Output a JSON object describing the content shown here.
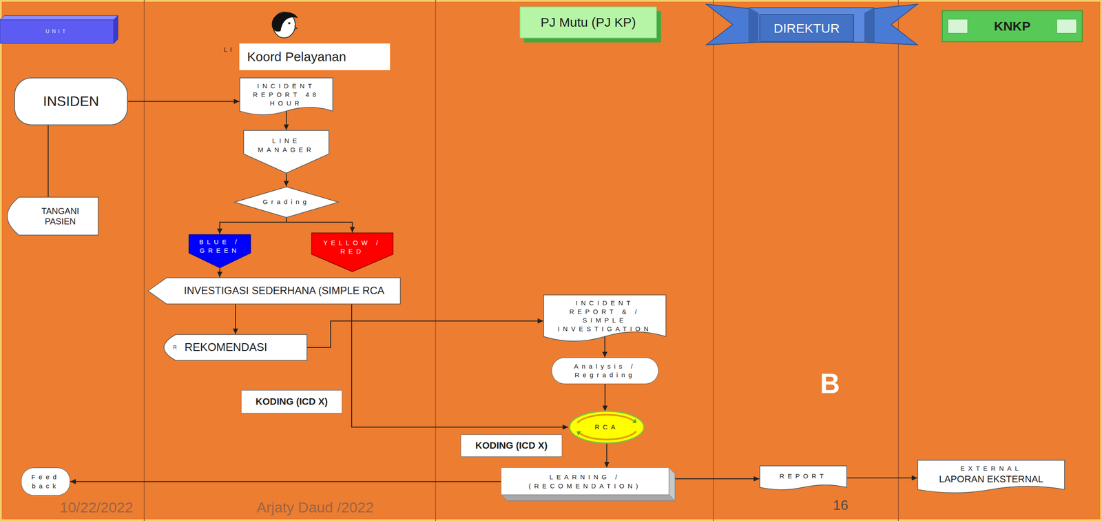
{
  "diagram": {
    "nodes": [
      {
        "text": [
          "UNIT"
        ]
      },
      {
        "text": [
          "Koord Pelayanan"
        ]
      },
      {
        "text": [
          "PJ Mutu (PJ KP)"
        ]
      },
      {
        "text": [
          "DIREKTUR"
        ]
      },
      {
        "text": [
          "KNKP"
        ]
      },
      {
        "text": [
          "INSIDEN"
        ]
      },
      {
        "text": [
          "INCIDENT REPORT 48 HOUR"
        ]
      },
      {
        "text": [
          "LINE MANAGER"
        ]
      },
      {
        "text": [
          "Grading"
        ]
      },
      {
        "text": [
          "TANGANI PASIEN"
        ]
      },
      {
        "text": [
          "BLUE / GREEN"
        ]
      },
      {
        "text": [
          "YELLOW / RED"
        ]
      },
      {
        "text": [
          "INVESTIGASI SEDERHANA (SIMPLE RCA"
        ]
      },
      {
        "text": [
          "R",
          "REKOMENDASI"
        ]
      },
      {
        "text": [
          "INCIDENT REPORT & / SIMPLE INVESTIGATION"
        ]
      },
      {
        "text": [
          "Analysis / Regrading"
        ]
      },
      {
        "text": [
          "KODING (ICD X)"
        ]
      },
      {
        "text": [
          "RCA"
        ]
      },
      {
        "text": [
          "KODING (ICD X)"
        ]
      },
      {
        "text": [
          "Feed back"
        ]
      },
      {
        "text": [
          "LEARNING / (RECOMENDATION)"
        ]
      },
      {
        "text": [
          "REPORT"
        ]
      },
      {
        "text": [
          "EXTERNAL",
          "LAPORAN EKSTERNAL"
        ]
      }
    ],
    "edges": [
      {
        "from": 5,
        "to": 6,
        "arrow": "to"
      },
      {
        "from": 5,
        "to": 9,
        "arrow": "none"
      },
      {
        "from": 6,
        "to": 7,
        "arrow": "to"
      },
      {
        "from": 7,
        "to": 8,
        "arrow": "to"
      },
      {
        "from": 8,
        "to": 10,
        "arrow": "to"
      },
      {
        "from": 8,
        "to": 11,
        "arrow": "to"
      },
      {
        "from": 10,
        "to": 12,
        "arrow": "to"
      },
      {
        "from": 12,
        "to": 13,
        "arrow": "to"
      },
      {
        "from": 13,
        "to": 14,
        "arrow": "to"
      },
      {
        "from": 12,
        "to": 17,
        "arrow": "to"
      },
      {
        "from": 14,
        "to": 15,
        "arrow": "to"
      },
      {
        "from": 15,
        "to": 17,
        "arrow": "to"
      },
      {
        "from": 17,
        "to": 20,
        "arrow": "to"
      },
      {
        "from": 20,
        "to": 19,
        "arrow": "to"
      },
      {
        "from": 20,
        "to": 21,
        "arrow": "to"
      },
      {
        "from": 21,
        "to": 22,
        "arrow": "to"
      }
    ],
    "labels": [
      "LI",
      "B",
      "10/22/2022",
      "Arjaty Daud /2022",
      "16"
    ]
  }
}
